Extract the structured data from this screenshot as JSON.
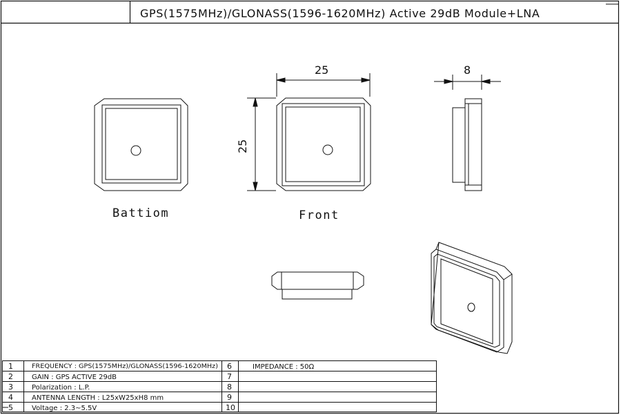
{
  "title": "GPS(1575MHz)/GLONASS(1596-1620MHz) Active 29dB Module+LNA",
  "views": {
    "bottom_label": "Battiom",
    "front_label": "Front"
  },
  "dimensions": {
    "width": "25",
    "height": "25",
    "thickness": "8"
  },
  "spec_table": {
    "rows": [
      {
        "no": "1",
        "text": "FREQUENCY : GPS(1575MHz)/GLONASS(1596-1620MHz)"
      },
      {
        "no": "2",
        "text": "GAIN : GPS ACTIVE 29dB"
      },
      {
        "no": "3",
        "text": "Polarization : L.P."
      },
      {
        "no": "4",
        "text": "ANTENNA LENGTH : L25xW25xH8 mm"
      },
      {
        "no": "5",
        "text": "Voltage : 2.3~5.5V"
      }
    ],
    "rows_right": [
      {
        "no": "6",
        "text": "IMPEDANCE :  50Ω"
      },
      {
        "no": "7",
        "text": ""
      },
      {
        "no": "8",
        "text": ""
      },
      {
        "no": "9",
        "text": ""
      },
      {
        "no": "10",
        "text": ""
      }
    ]
  }
}
